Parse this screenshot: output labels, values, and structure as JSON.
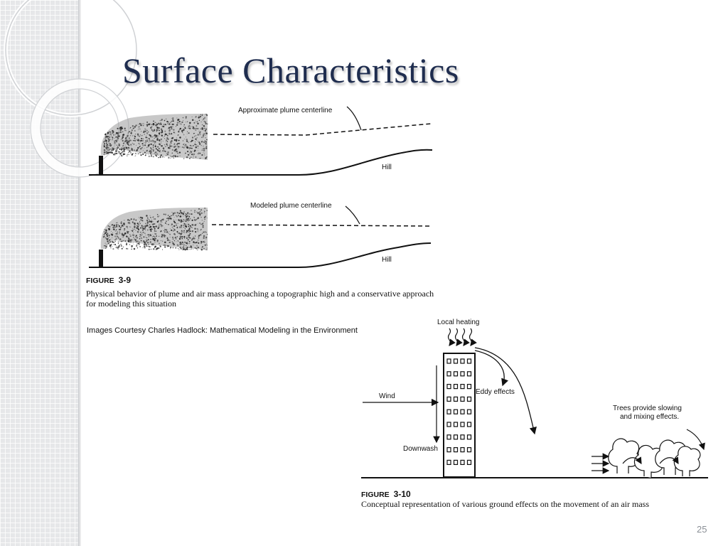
{
  "slide": {
    "title": "Surface Characteristics",
    "page_number": "25",
    "credit": "Images Courtesy Charles Hadlock:  Mathematical Modeling in the Environment"
  },
  "figure_3_9": {
    "top_label": "Approximate plume centerline",
    "bottom_label": "Modeled plume centerline",
    "hill_label": "Hill",
    "figure_word": "FIGURE",
    "figure_number": "3-9",
    "caption_line1": "Physical behavior of plume and air mass approaching a topographic high and a conservative approach",
    "caption_line2": "for modeling this situation"
  },
  "figure_3_10": {
    "local_heating": "Local heating",
    "eddy_effects": "Eddy effects",
    "wind": "Wind",
    "downwash": "Downwash",
    "trees_line1": "Trees provide slowing",
    "trees_line2": "and mixing effects.",
    "figure_word": "FIGURE",
    "figure_number": "3-10",
    "caption": "Conceptual representation of various ground effects on the movement of an air mass"
  }
}
